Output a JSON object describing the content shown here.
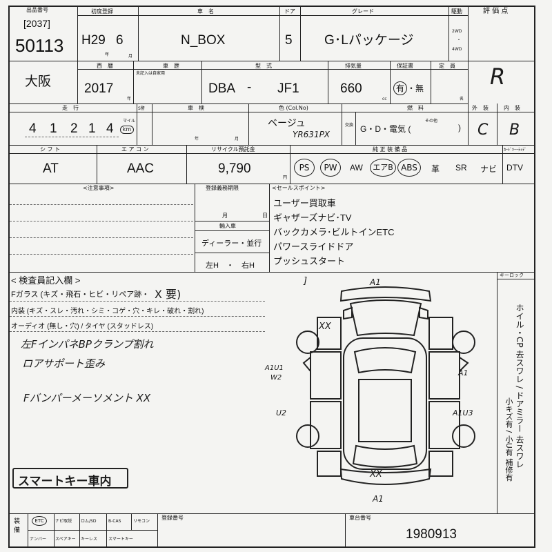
{
  "header": {
    "lot_label": "出品番号",
    "lot_sub": "[2037]",
    "lot_number": "50113",
    "first_reg_label": "初度登録",
    "era": "H29",
    "month": "6",
    "year_unit": "年",
    "month_unit": "月",
    "car_name_label": "車　名",
    "car_name": "N_BOX",
    "door_label": "ドア",
    "doors": "5",
    "grade_label": "グレード",
    "grade": "G･Lパッケージ",
    "drive_label": "駆動",
    "drive_2wd": "2WD",
    "drive_4wd": "4WD",
    "score_label": "評 価 点",
    "score": "R"
  },
  "row2": {
    "region": "大阪",
    "model_year_label": "西　暦",
    "model_year": "2017",
    "year_unit": "年",
    "history_label": "車　歴",
    "history_sub": "未記入は自家用",
    "model_label": "型　式",
    "model_prefix": "DBA",
    "model_dash": "-",
    "model_code": "JF1",
    "displacement_label": "排気量",
    "displacement": "660",
    "cc": "cc",
    "warranty_label": "保証書",
    "warranty_yes": "有",
    "warranty_no": "無",
    "capacity_label": "定　員",
    "capacity_unit": "名"
  },
  "row3": {
    "mileage_label": "走　行",
    "meter_label": "S警",
    "mileage_digits": [
      "4",
      "1",
      "2",
      "1",
      "4"
    ],
    "mile_label": "マイル",
    "km_label": "km",
    "inspection_label": "車　検",
    "insp_year": "年",
    "insp_month": "月",
    "color_label": "色 (Col.No)",
    "color": "ベージュ",
    "color_no": "YR631PX",
    "exchange_label": "交換",
    "fuel_label": "燃　料",
    "fuel_options": "G・D・電気 (",
    "fuel_other": "その他",
    "fuel_close": ")",
    "exterior_label": "外　装",
    "exterior": "C",
    "interior_label": "内　装",
    "interior": "B"
  },
  "row4": {
    "shift_label": "シ フ ト",
    "shift": "AT",
    "ac_label": "エ ア コ ン",
    "ac": "AAC",
    "recycle_label": "リサイクル預託金",
    "recycle": "9,790",
    "yen": "円",
    "equip_label": "純 正 装 備 品",
    "equip": [
      "PS",
      "PW",
      "AW",
      "エアB",
      "ABS",
      "革",
      "SR",
      "ナビ",
      "DTV"
    ],
    "card_label": "ｶｰﾄﾞｷｰｰﾃｨﾃﾞ"
  },
  "notes": {
    "caution_label": "<注意事項>",
    "reg_expiry_label": "登録義務期限",
    "reg_month": "月",
    "reg_day": "日",
    "import_label": "輸入車",
    "import_type": "ディーラー・並行",
    "handle": "左H　・　右H",
    "sales_label": "<セールスポイント>",
    "sales_points": [
      "ユーザー買取車",
      "ギャザーズナビ･TV",
      "バックカメラ･ビルトインETC",
      "パワースライドドア",
      "プッシュスタート"
    ]
  },
  "inspector": {
    "title": "< 検査員記入欄 >",
    "glass_line": "Fガラス (キズ・飛石・ヒビ・リペア跡・",
    "glass_mark": "X 要)",
    "interior_line": "内装 (キズ・スレ・汚れ・シミ・コゲ・穴・キレ・破れ・割れ)",
    "audio_line": "オーディオ (無し・穴) / タイヤ (スタッドレス)",
    "hand_notes": [
      "左FインパネBPクランプ割れ",
      "ロアサポート歪み",
      "Fバンパーメーソメント XX"
    ],
    "smart_key": "スマートキー車内"
  },
  "diagram": {
    "marks": [
      "A1",
      "XX",
      "A1U1",
      "W2",
      "A1",
      "U2",
      "A1U3",
      "XX",
      "A1",
      "]"
    ],
    "keylock_label": "キーロック",
    "side_text": "ホイル・CP 去スワレ / ドアミラー 去スワレ",
    "side_text2": "小キズ有 / 小U有 補修有"
  },
  "footer": {
    "equip_label": "装備",
    "items_row1": [
      "ETC",
      "ナビ取説",
      "ロム/SD",
      "B-CAS",
      "リモコン"
    ],
    "items_row2": [
      "ナンバー",
      "スペアキー",
      "キーレス",
      "スマートキー"
    ],
    "reg_no_label": "登録番号",
    "chassis_label": "車台番号",
    "chassis_no": "1980913"
  }
}
